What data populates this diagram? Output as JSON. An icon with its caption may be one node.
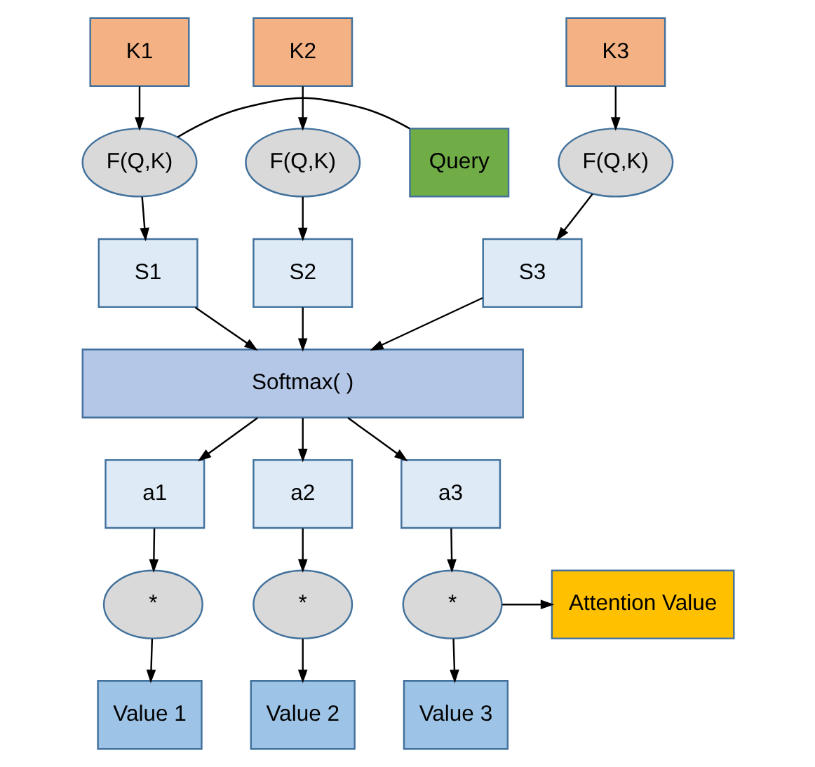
{
  "diagram": {
    "nodes": [
      {
        "text": [
          "K1"
        ]
      },
      {
        "text": [
          "K2"
        ]
      },
      {
        "text": [
          "K3"
        ]
      },
      {
        "text": [
          "Query"
        ]
      },
      {
        "text": [
          "F(Q,K)"
        ]
      },
      {
        "text": [
          "F(Q,K)"
        ]
      },
      {
        "text": [
          "F(Q,K)"
        ]
      },
      {
        "text": [
          "S1"
        ]
      },
      {
        "text": [
          "S2"
        ]
      },
      {
        "text": [
          "S3"
        ]
      },
      {
        "text": [
          "Softmax( )"
        ]
      },
      {
        "text": [
          "a1"
        ]
      },
      {
        "text": [
          "a2"
        ]
      },
      {
        "text": [
          "a3"
        ]
      },
      {
        "text": [
          "*"
        ]
      },
      {
        "text": [
          "*"
        ]
      },
      {
        "text": [
          "*"
        ]
      },
      {
        "text": [
          "Attention Value"
        ]
      },
      {
        "text": [
          "Value 1"
        ]
      },
      {
        "text": [
          "Value 2"
        ]
      },
      {
        "text": [
          "Value 3"
        ]
      }
    ],
    "edges": [
      {
        "from": 0,
        "to": 4,
        "arrow": "to"
      },
      {
        "from": 1,
        "to": 5,
        "arrow": "to"
      },
      {
        "from": 2,
        "to": 6,
        "arrow": "to"
      },
      {
        "from": 3,
        "to": 4,
        "arrow": "none"
      },
      {
        "from": 4,
        "to": 7,
        "arrow": "to"
      },
      {
        "from": 5,
        "to": 8,
        "arrow": "to"
      },
      {
        "from": 6,
        "to": 9,
        "arrow": "to"
      },
      {
        "from": 7,
        "to": 10,
        "arrow": "to"
      },
      {
        "from": 8,
        "to": 10,
        "arrow": "to"
      },
      {
        "from": 9,
        "to": 10,
        "arrow": "to"
      },
      {
        "from": 10,
        "to": 11,
        "arrow": "to"
      },
      {
        "from": 10,
        "to": 12,
        "arrow": "to"
      },
      {
        "from": 10,
        "to": 13,
        "arrow": "to"
      },
      {
        "from": 11,
        "to": 14,
        "arrow": "to"
      },
      {
        "from": 12,
        "to": 15,
        "arrow": "to"
      },
      {
        "from": 13,
        "to": 16,
        "arrow": "to"
      },
      {
        "from": 16,
        "to": 17,
        "arrow": "to"
      },
      {
        "from": 14,
        "to": 18,
        "arrow": "to"
      },
      {
        "from": 15,
        "to": 19,
        "arrow": "to"
      },
      {
        "from": 16,
        "to": 20,
        "arrow": "to"
      }
    ]
  }
}
